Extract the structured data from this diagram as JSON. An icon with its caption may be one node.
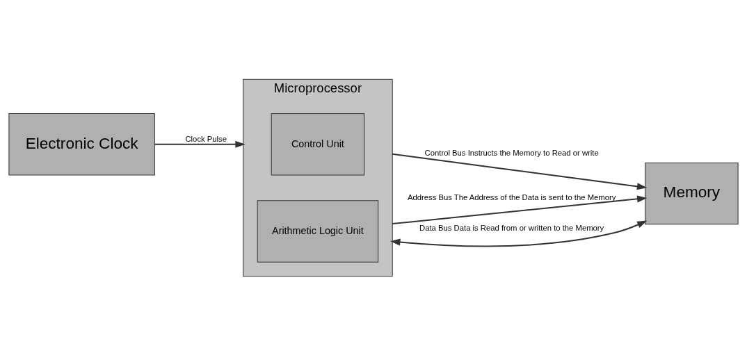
{
  "diagram": {
    "nodes": [
      {
        "text": [
          "Electronic Clock"
        ]
      },
      {
        "text": [
          "Microprocessor"
        ]
      },
      {
        "text": [
          "Control Unit"
        ],
        "in": 1
      },
      {
        "text": [
          "Arithmetic Logic Unit"
        ],
        "in": 1
      },
      {
        "text": [
          "Memory"
        ]
      }
    ],
    "edges": [
      {
        "from": 0,
        "to": 1,
        "arrow": "to",
        "label": "Clock Pulse"
      },
      {
        "from": 1,
        "to": 4,
        "arrow": "to",
        "label": "Control Bus Instructs the Memory to Read or write"
      },
      {
        "from": 1,
        "to": 4,
        "arrow": "to",
        "label": "Address Bus The Address of the Data is sent to the Memory"
      },
      {
        "from": 1,
        "to": 4,
        "arrow": "both",
        "label": "Data Bus Data is Read from or written to the Memory"
      }
    ]
  }
}
